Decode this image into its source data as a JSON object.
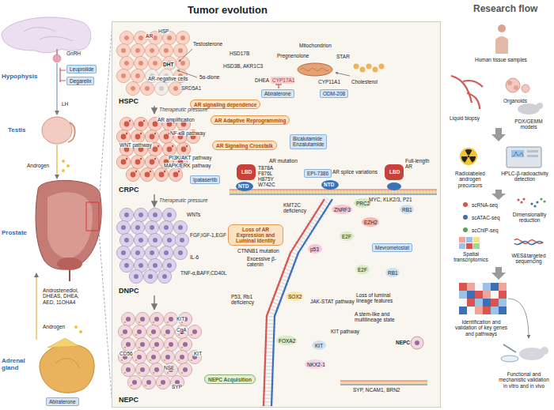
{
  "diagram": {
    "nodes": [
      {
        "text": [
          "Leuprolide"
        ]
      },
      {
        "text": [
          "Degarelix"
        ]
      },
      {
        "text": [
          "Abiraterone"
        ]
      },
      {
        "text": [
          "Tumor evolution"
        ]
      },
      {
        "text": [
          "HSPC"
        ],
        "in": 3
      },
      {
        "text": [
          "Abiraterone"
        ],
        "in": 3
      },
      {
        "text": [
          "ODM-208"
        ],
        "in": 3
      },
      {
        "text": [
          "AR signaling dependence"
        ],
        "in": 3
      },
      {
        "text": [
          "CRPC"
        ],
        "in": 3
      },
      {
        "text": [
          "AR Adaptive Reprogramming"
        ],
        "in": 3
      },
      {
        "text": [
          "AR Signaling Crosstalk"
        ],
        "in": 3
      },
      {
        "text": [
          "Bicalutamide",
          "Enzalutamide"
        ],
        "in": 3
      },
      {
        "text": [
          "EPI-7386"
        ],
        "in": 3
      },
      {
        "text": [
          "Ipatasertib"
        ],
        "in": 3
      },
      {
        "text": [
          "DNPC"
        ],
        "in": 3
      },
      {
        "text": [
          "Loss of AR Expression and Luminal Identity"
        ],
        "in": 3
      },
      {
        "text": [
          "Mevrometostat"
        ],
        "in": 3
      },
      {
        "text": [
          "NEPC"
        ],
        "in": 3
      },
      {
        "text": [
          "NEPC Acquisition"
        ],
        "in": 3
      }
    ],
    "edges": [
      {
        "from": 4,
        "to": 8,
        "label": "Therapeutic pressure",
        "arrow": "to"
      },
      {
        "from": 8,
        "to": 14,
        "label": "Therapeutic pressure",
        "arrow": "to"
      },
      {
        "from": 14,
        "to": 17,
        "arrow": "to"
      }
    ],
    "labels": [
      "Research flow",
      "GnRH",
      "Hypophysis",
      "LH",
      "Testis",
      "Androgen",
      "Prostate",
      "Androstenediol, DHEAS, DHEA, AED, 11OHA4",
      "Androgen",
      "Adrenal gland",
      "AR",
      "HSP",
      "DHT",
      "Testosterone",
      "HSD17B",
      "Mitochondrion",
      "Pregnenolone",
      "STAR",
      "HSD3B, AKR1C3",
      "5α-dione",
      "DHEA",
      "CYP17A1",
      "CYP11A1",
      "Cholesterol",
      "AR-negative cells",
      "SRD5A1",
      "AR amplification",
      "NF-κB pathway",
      "WNT pathway",
      "PI3K/AKT pathway",
      "MAPK/ERK pathway",
      "AR mutation",
      "LBD",
      "T878A",
      "F876L",
      "H875Y",
      "W742C",
      "AR splice variations",
      "LBD",
      "Full-length AR",
      "NTD",
      "NTD",
      "MYC, KLK2/3, P21",
      "WNTs",
      "FGF,IGF-1,EGF",
      "IL-6",
      "TNF-α,BAFF,CD40L",
      "KMT2C deficiency",
      "ZNRF3",
      "PRC2",
      "EZH2",
      "RB1",
      "CTNNB1 mutation",
      "p53",
      "E2F",
      "Excessive β-catenin",
      "E2F",
      "RB1",
      "P53, Rb1 deficiency",
      "SOX2",
      "JAK-STAT pathway",
      "Loss of luminal lineage features",
      "A stem-like and multilineage state",
      "KIT pathway",
      "FOXA2",
      "KIT",
      "NEPC",
      "NKX2-1",
      "SYP, NCAM1, BRN2",
      "KIT",
      "CgA",
      "KIT",
      "CD56",
      "NSE",
      "SYP",
      "Human tissue samples",
      "Organoids",
      "Liquid biopsy",
      "PDX/GEMM models",
      "Radiolabeled androgen precursors",
      "HPLC-β-radioactivity detection",
      "scRNA-seq",
      "scATAC-seq",
      "scChIP-seq",
      "Dimensionality reduction",
      "Spatial transcriptomics",
      "WES&targeted sequencing",
      "Identification and validation of key genes and pathways",
      "Functional and mechanistic validation in vitro and in vivo"
    ]
  }
}
